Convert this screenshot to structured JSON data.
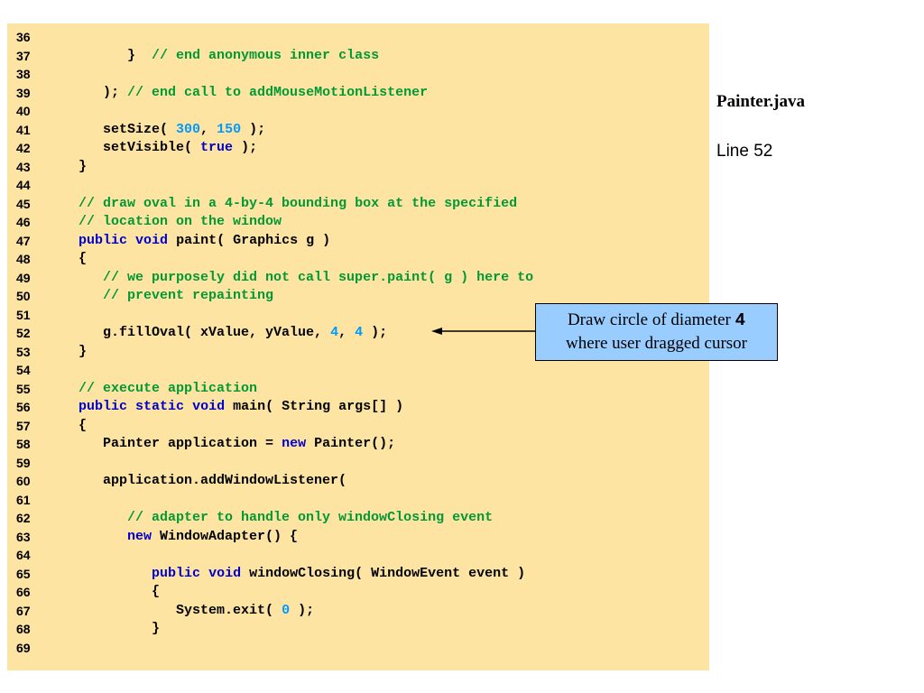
{
  "side": {
    "title": "Painter.java",
    "line_ref": "Line 52"
  },
  "callout": {
    "text_before": "Draw circle of diameter ",
    "number": "4",
    "text_after": "where user dragged cursor"
  },
  "colors": {
    "code_background": "#fde4a3",
    "comment": "#009933",
    "keyword": "#0000cc",
    "number": "#0099ff",
    "callout_background": "#99ccff"
  },
  "code_lines": [
    {
      "num": "36",
      "indent": "",
      "tokens": []
    },
    {
      "num": "37",
      "indent": "         ",
      "tokens": [
        {
          "t": "}  ",
          "k": "plain"
        },
        {
          "t": "// end anonymous inner class",
          "k": "comment"
        }
      ]
    },
    {
      "num": "38",
      "indent": "",
      "tokens": []
    },
    {
      "num": "39",
      "indent": "      ",
      "tokens": [
        {
          "t": "); ",
          "k": "plain"
        },
        {
          "t": "// end call to addMouseMotionListener",
          "k": "comment"
        }
      ]
    },
    {
      "num": "40",
      "indent": "",
      "tokens": []
    },
    {
      "num": "41",
      "indent": "      ",
      "tokens": [
        {
          "t": "setSize( ",
          "k": "plain"
        },
        {
          "t": "300",
          "k": "number"
        },
        {
          "t": ", ",
          "k": "plain"
        },
        {
          "t": "150",
          "k": "number"
        },
        {
          "t": " );",
          "k": "plain"
        }
      ]
    },
    {
      "num": "42",
      "indent": "      ",
      "tokens": [
        {
          "t": "setVisible( ",
          "k": "plain"
        },
        {
          "t": "true",
          "k": "keyword"
        },
        {
          "t": " );",
          "k": "plain"
        }
      ]
    },
    {
      "num": "43",
      "indent": "   ",
      "tokens": [
        {
          "t": "}",
          "k": "plain"
        }
      ]
    },
    {
      "num": "44",
      "indent": "",
      "tokens": []
    },
    {
      "num": "45",
      "indent": "   ",
      "tokens": [
        {
          "t": "// draw oval in a 4-by-4 bounding box at the specified",
          "k": "comment"
        }
      ]
    },
    {
      "num": "46",
      "indent": "   ",
      "tokens": [
        {
          "t": "// location on the window",
          "k": "comment"
        }
      ]
    },
    {
      "num": "47",
      "indent": "   ",
      "tokens": [
        {
          "t": "public",
          "k": "keyword"
        },
        {
          "t": " ",
          "k": "plain"
        },
        {
          "t": "void",
          "k": "keyword"
        },
        {
          "t": " paint( Graphics g )",
          "k": "plain"
        }
      ]
    },
    {
      "num": "48",
      "indent": "   ",
      "tokens": [
        {
          "t": "{",
          "k": "plain"
        }
      ]
    },
    {
      "num": "49",
      "indent": "      ",
      "tokens": [
        {
          "t": "// we purposely did not call super.paint( g ) here to",
          "k": "comment"
        }
      ]
    },
    {
      "num": "50",
      "indent": "      ",
      "tokens": [
        {
          "t": "// prevent repainting",
          "k": "comment"
        }
      ]
    },
    {
      "num": "51",
      "indent": "",
      "tokens": []
    },
    {
      "num": "52",
      "indent": "      ",
      "tokens": [
        {
          "t": "g.fillOval( xValue, yValue, ",
          "k": "plain"
        },
        {
          "t": "4",
          "k": "number"
        },
        {
          "t": ", ",
          "k": "plain"
        },
        {
          "t": "4",
          "k": "number"
        },
        {
          "t": " );",
          "k": "plain"
        }
      ]
    },
    {
      "num": "53",
      "indent": "   ",
      "tokens": [
        {
          "t": "}",
          "k": "plain"
        }
      ]
    },
    {
      "num": "54",
      "indent": "",
      "tokens": []
    },
    {
      "num": "55",
      "indent": "   ",
      "tokens": [
        {
          "t": "// execute application",
          "k": "comment"
        }
      ]
    },
    {
      "num": "56",
      "indent": "   ",
      "tokens": [
        {
          "t": "public",
          "k": "keyword"
        },
        {
          "t": " ",
          "k": "plain"
        },
        {
          "t": "static",
          "k": "keyword"
        },
        {
          "t": " ",
          "k": "plain"
        },
        {
          "t": "void",
          "k": "keyword"
        },
        {
          "t": " main( String args[] )",
          "k": "plain"
        }
      ]
    },
    {
      "num": "57",
      "indent": "   ",
      "tokens": [
        {
          "t": "{",
          "k": "plain"
        }
      ]
    },
    {
      "num": "58",
      "indent": "      ",
      "tokens": [
        {
          "t": "Painter application = ",
          "k": "plain"
        },
        {
          "t": "new",
          "k": "keyword"
        },
        {
          "t": " Painter();",
          "k": "plain"
        }
      ]
    },
    {
      "num": "59",
      "indent": "",
      "tokens": []
    },
    {
      "num": "60",
      "indent": "      ",
      "tokens": [
        {
          "t": "application.addWindowListener(",
          "k": "plain"
        }
      ]
    },
    {
      "num": "61",
      "indent": "",
      "tokens": []
    },
    {
      "num": "62",
      "indent": "         ",
      "tokens": [
        {
          "t": "// adapter to handle only windowClosing event",
          "k": "comment"
        }
      ]
    },
    {
      "num": "63",
      "indent": "         ",
      "tokens": [
        {
          "t": "new",
          "k": "keyword"
        },
        {
          "t": " WindowAdapter() {",
          "k": "plain"
        }
      ]
    },
    {
      "num": "64",
      "indent": "",
      "tokens": []
    },
    {
      "num": "65",
      "indent": "            ",
      "tokens": [
        {
          "t": "public",
          "k": "keyword"
        },
        {
          "t": " ",
          "k": "plain"
        },
        {
          "t": "void",
          "k": "keyword"
        },
        {
          "t": " windowClosing( WindowEvent event )",
          "k": "plain"
        }
      ]
    },
    {
      "num": "66",
      "indent": "            ",
      "tokens": [
        {
          "t": "{",
          "k": "plain"
        }
      ]
    },
    {
      "num": "67",
      "indent": "               ",
      "tokens": [
        {
          "t": "System.exit( ",
          "k": "plain"
        },
        {
          "t": "0",
          "k": "number"
        },
        {
          "t": " );",
          "k": "plain"
        }
      ]
    },
    {
      "num": "68",
      "indent": "            ",
      "tokens": [
        {
          "t": "}",
          "k": "plain"
        }
      ]
    },
    {
      "num": "69",
      "indent": "",
      "tokens": []
    }
  ]
}
